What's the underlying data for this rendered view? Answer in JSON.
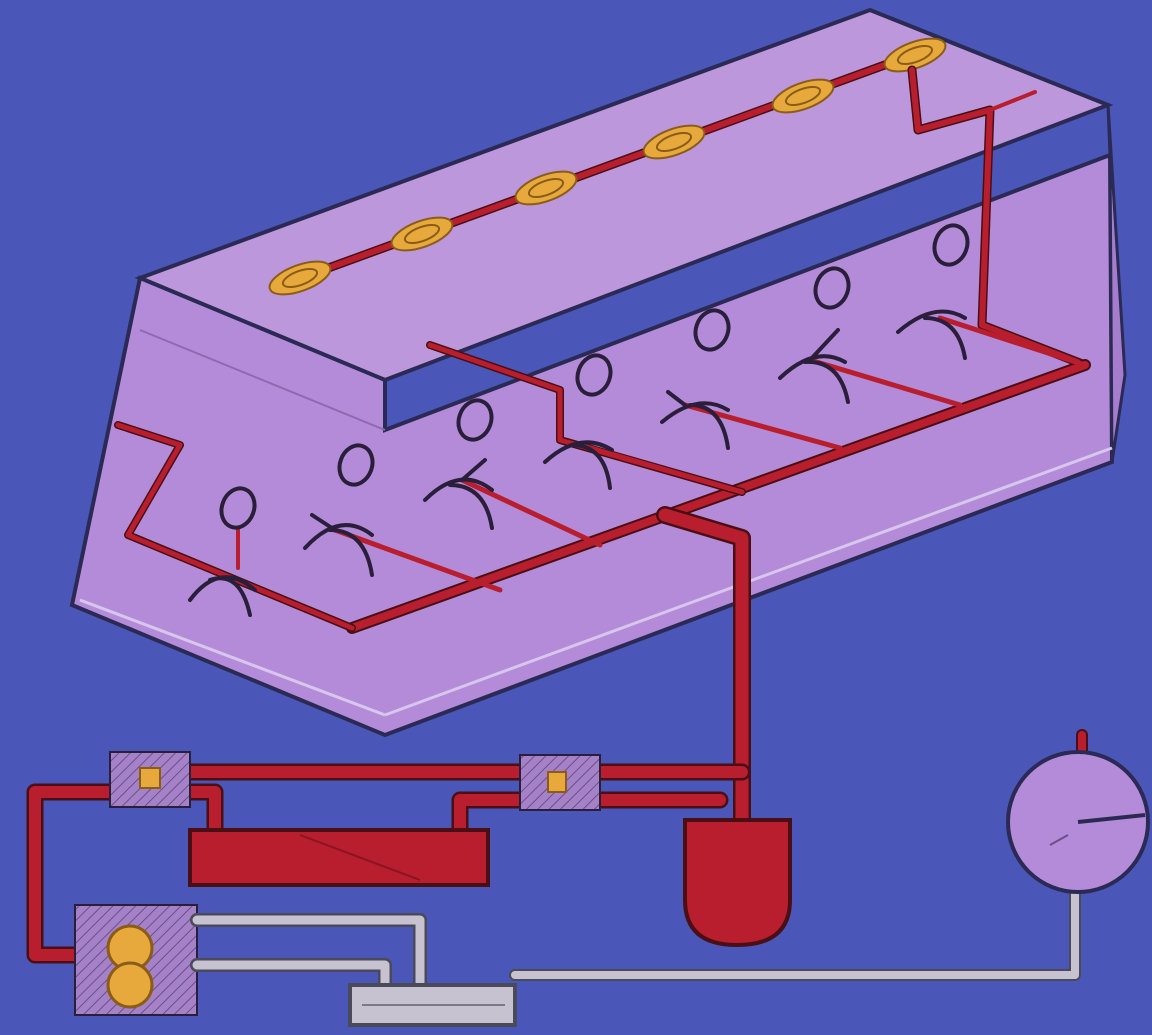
{
  "diagram": {
    "colors": {
      "background": "#4a56b8",
      "engine_block": "#b48bd8",
      "pressure_oil": "#b81e2e",
      "return_oil": "#c7c2cf",
      "camshaft_bearing": "#e7a93c"
    },
    "components": [
      "engine-block",
      "camshaft-bearings",
      "crankshaft-main-bearings",
      "oil-gallery",
      "oil-cooler",
      "oil-filter",
      "relief-valve",
      "bypass-valve",
      "gear-oil-pump",
      "oil-sump",
      "oil-pressure-gauge"
    ],
    "cylinder_count": 6
  }
}
